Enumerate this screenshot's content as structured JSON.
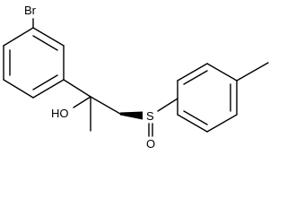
{
  "atoms": {
    "bromine": "Br",
    "hydroxyl": "HO",
    "sulfur": "S",
    "oxygen": "O"
  }
}
